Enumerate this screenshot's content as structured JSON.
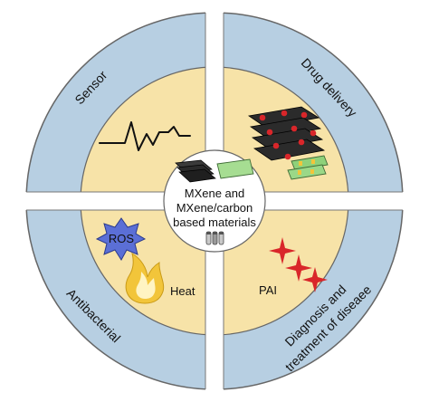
{
  "quadrants": {
    "top_left": {
      "label": "Sensor"
    },
    "top_right": {
      "label": "Drug delivery"
    },
    "bottom_left": {
      "label": "Antibacterial"
    },
    "bottom_right": {
      "label_line1": "Diagnosis and",
      "label_line2": "treatment of diseaee"
    }
  },
  "center": {
    "line1": "MXene and",
    "line2": "MXene/carbon",
    "line3": "based materials"
  },
  "inner": {
    "ros_label": "ROS",
    "heat_label": "Heat",
    "pai_label": "PAI"
  },
  "colors": {
    "outer_ring": "#b7cfe2",
    "inner_ring": "#f7e3a8",
    "divider": "#ffffff",
    "outline": "#555555",
    "red": "#d9262a",
    "ros_blue": "#5b6fd6",
    "heat_yellow": "#f2c53a"
  }
}
